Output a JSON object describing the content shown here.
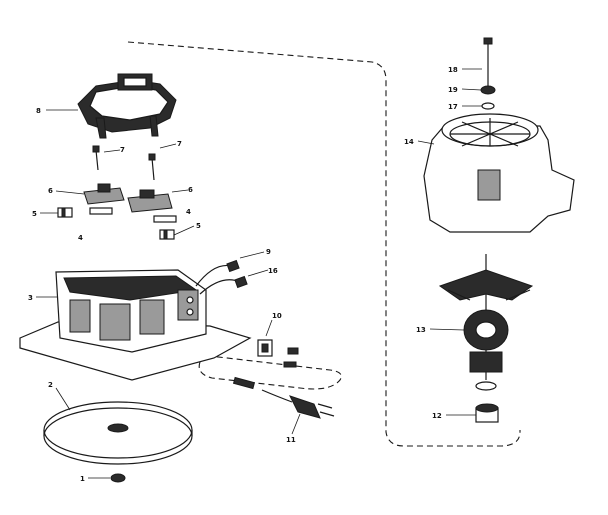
{
  "callouts": {
    "c8": "8",
    "c7a": "7",
    "c7b": "7",
    "c6a": "6",
    "c6b": "6",
    "c5a": "5",
    "c5b": "5",
    "c4a": "4",
    "c4b": "4",
    "c3": "3",
    "c9": "9",
    "c16": "16",
    "c10": "10",
    "c2": "2",
    "c1": "1",
    "c11": "11",
    "c18": "18",
    "c19": "19",
    "c17": "17",
    "c14": "14",
    "c13": "13",
    "c12": "12"
  }
}
